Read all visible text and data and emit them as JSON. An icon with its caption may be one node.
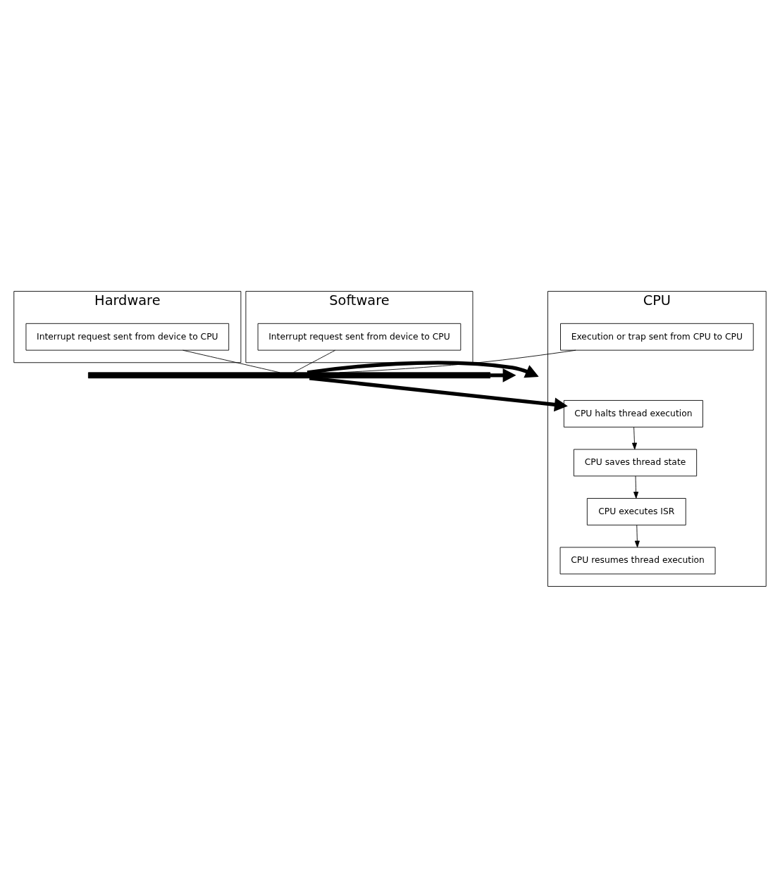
{
  "diagram": {
    "nodes": [
      {
        "text": [
          "Hardware"
        ]
      },
      {
        "text": [
          "CPU"
        ]
      },
      {
        "text": [
          "Software"
        ]
      },
      {
        "text": [
          "Interrupt request sent from device to CPU"
        ],
        "in": 0
      },
      {
        "text": [
          "Execution or trap sent from CPU to CPU"
        ],
        "in": 1
      },
      {
        "text": [
          "Interrupt request sent from device to CPU"
        ],
        "in": 2
      },
      {
        "text": [],
        "shape": "bar"
      },
      {
        "text": [
          "CPU halts thread execution"
        ],
        "in": 1
      },
      {
        "text": [
          "CPU saves thread state"
        ],
        "in": 1
      },
      {
        "text": [
          "CPU executes ISR"
        ],
        "in": 1
      },
      {
        "text": [
          "CPU resumes thread execution"
        ],
        "in": 1
      }
    ],
    "edges": [
      {
        "from": 3,
        "to": 6,
        "arrow": "none"
      },
      {
        "from": 4,
        "to": 6,
        "arrow": "none"
      },
      {
        "from": 5,
        "to": 6,
        "arrow": "none"
      },
      {
        "from": 6,
        "to": null,
        "arrow": "to",
        "style": "thick"
      },
      {
        "from": 6,
        "to": null,
        "arrow": "to",
        "style": "thick"
      },
      {
        "from": 6,
        "to": 7,
        "arrow": "to",
        "style": "thick"
      },
      {
        "from": 7,
        "to": 8,
        "arrow": "to"
      },
      {
        "from": 8,
        "to": 9,
        "arrow": "to"
      },
      {
        "from": 9,
        "to": 10,
        "arrow": "to"
      }
    ]
  }
}
